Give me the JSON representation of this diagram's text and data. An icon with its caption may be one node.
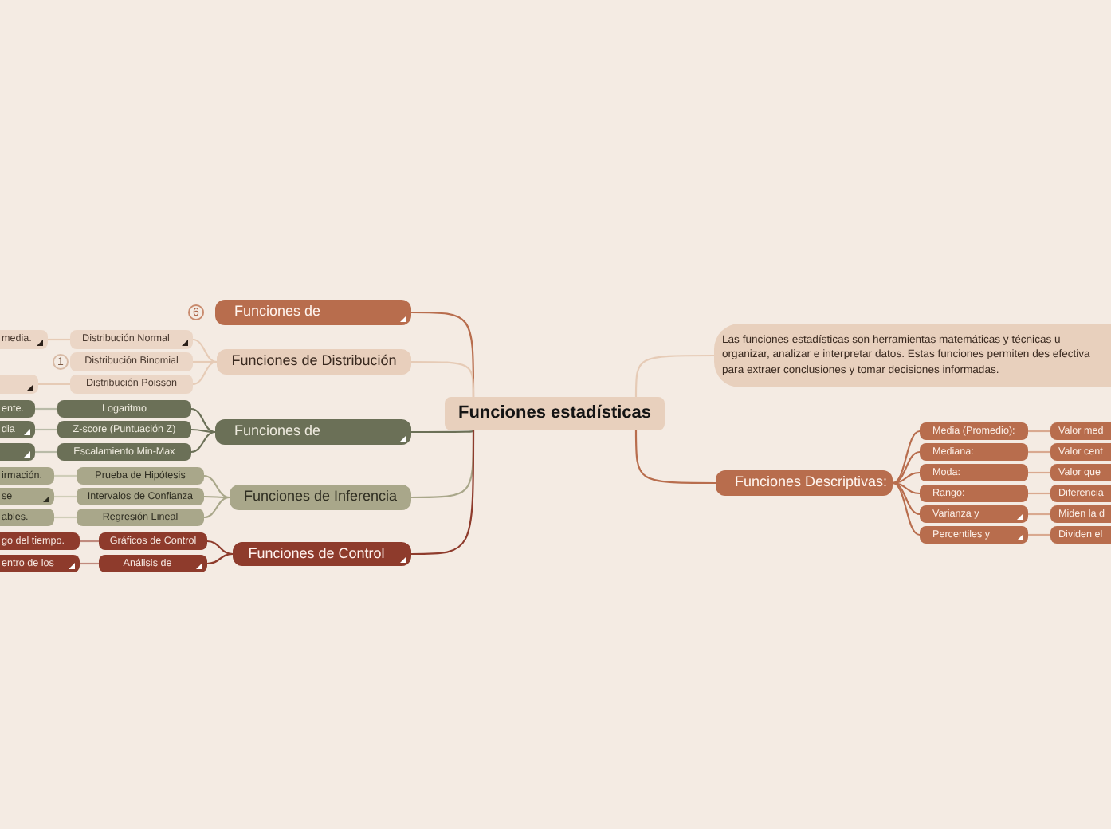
{
  "diagram": {
    "nodes": [
      {
        "text": [
          "Funciones estadísticas"
        ]
      },
      {
        "text": [
          "Las funciones estadísticas son herramientas matemáticas y técnicas u organizar, analizar e interpretar datos. Estas funciones permiten des efectiva para extraer conclusiones y tomar decisiones informadas."
        ]
      },
      {
        "text": [
          "Funciones Descriptivas:"
        ]
      },
      {
        "text": [
          "Media (Promedio):"
        ]
      },
      {
        "text": [
          "Mediana:"
        ]
      },
      {
        "text": [
          "Moda:"
        ]
      },
      {
        "text": [
          "Rango:"
        ]
      },
      {
        "text": [
          "Varianza y"
        ]
      },
      {
        "text": [
          "Percentiles y"
        ]
      },
      {
        "text": [
          "Valor med"
        ]
      },
      {
        "text": [
          "Valor cent"
        ]
      },
      {
        "text": [
          "Valor que"
        ]
      },
      {
        "text": [
          "Diferencia"
        ]
      },
      {
        "text": [
          "Miden la d"
        ]
      },
      {
        "text": [
          "Dividen el"
        ]
      },
      {
        "text": [
          "Funciones de"
        ],
        "beside": [
          "6"
        ]
      },
      {
        "text": [
          "Funciones de Distribución"
        ]
      },
      {
        "text": [
          "Distribución Normal"
        ]
      },
      {
        "text": [
          "Distribución Binomial"
        ],
        "beside": [
          "1"
        ]
      },
      {
        "text": [
          "Distribución Poisson"
        ]
      },
      {
        "text": [
          "media."
        ]
      },
      {
        "text": [],
        "shape": "box"
      },
      {
        "text": [
          "Funciones de"
        ]
      },
      {
        "text": [
          "Logaritmo"
        ]
      },
      {
        "text": [
          "Z-score (Puntuación Z)"
        ]
      },
      {
        "text": [
          "Escalamiento Min-Max"
        ]
      },
      {
        "text": [
          "ente."
        ]
      },
      {
        "text": [
          "dia"
        ]
      },
      {
        "text": [],
        "shape": "box"
      },
      {
        "text": [
          "Funciones de Inferencia"
        ]
      },
      {
        "text": [
          "Prueba de Hipótesis"
        ]
      },
      {
        "text": [
          "Intervalos de Confianza"
        ]
      },
      {
        "text": [
          "Regresión Lineal"
        ]
      },
      {
        "text": [
          "irmación."
        ]
      },
      {
        "text": [
          "se"
        ]
      },
      {
        "text": [
          "ables."
        ]
      },
      {
        "text": [
          "Funciones de Control"
        ]
      },
      {
        "text": [
          "Gráficos de Control"
        ]
      },
      {
        "text": [
          "Análisis de"
        ]
      },
      {
        "text": [
          "go del tiempo."
        ]
      },
      {
        "text": [
          "entro de los"
        ]
      }
    ],
    "edges": [
      {
        "from": 0,
        "to": 1,
        "arrow": "none",
        "color": "#e6cbb6"
      },
      {
        "from": 0,
        "to": 2,
        "arrow": "none",
        "color": "#b86d4d"
      },
      {
        "from": 2,
        "to": 3,
        "arrow": "none",
        "color": "#b86d4d"
      },
      {
        "from": 2,
        "to": 4,
        "arrow": "none",
        "color": "#b86d4d"
      },
      {
        "from": 2,
        "to": 5,
        "arrow": "none",
        "color": "#b86d4d"
      },
      {
        "from": 2,
        "to": 6,
        "arrow": "none",
        "color": "#b86d4d"
      },
      {
        "from": 2,
        "to": 7,
        "arrow": "none",
        "color": "#b86d4d"
      },
      {
        "from": 2,
        "to": 8,
        "arrow": "none",
        "color": "#b86d4d"
      },
      {
        "from": 3,
        "to": 9,
        "arrow": "none",
        "color": "#d9a990"
      },
      {
        "from": 4,
        "to": 10,
        "arrow": "none",
        "color": "#d9a990"
      },
      {
        "from": 5,
        "to": 11,
        "arrow": "none",
        "color": "#d9a990"
      },
      {
        "from": 6,
        "to": 12,
        "arrow": "none",
        "color": "#d9a990"
      },
      {
        "from": 7,
        "to": 13,
        "arrow": "none",
        "color": "#d9a990"
      },
      {
        "from": 8,
        "to": 14,
        "arrow": "none",
        "color": "#d9a990"
      },
      {
        "from": 0,
        "to": 15,
        "arrow": "none",
        "color": "#b86d4d"
      },
      {
        "from": 0,
        "to": 16,
        "arrow": "none",
        "color": "#e6cbb6"
      },
      {
        "from": 16,
        "to": 17,
        "arrow": "none",
        "color": "#e6cbb6"
      },
      {
        "from": 16,
        "to": 18,
        "arrow": "none",
        "color": "#e6cbb6"
      },
      {
        "from": 16,
        "to": 19,
        "arrow": "none",
        "color": "#e6cbb6"
      },
      {
        "from": 17,
        "to": 20,
        "arrow": "none",
        "color": "#e6cbb6"
      },
      {
        "from": 19,
        "to": 21,
        "arrow": "none",
        "color": "#e6cbb6"
      },
      {
        "from": 0,
        "to": 22,
        "arrow": "none",
        "color": "#6b7057"
      },
      {
        "from": 22,
        "to": 23,
        "arrow": "none",
        "color": "#6b7057"
      },
      {
        "from": 22,
        "to": 24,
        "arrow": "none",
        "color": "#6b7057"
      },
      {
        "from": 22,
        "to": 25,
        "arrow": "none",
        "color": "#6b7057"
      },
      {
        "from": 23,
        "to": 26,
        "arrow": "none",
        "color": "#b9bba8"
      },
      {
        "from": 24,
        "to": 27,
        "arrow": "none",
        "color": "#b9bba8"
      },
      {
        "from": 25,
        "to": 28,
        "arrow": "none",
        "color": "#b9bba8"
      },
      {
        "from": 0,
        "to": 29,
        "arrow": "none",
        "color": "#a9a78a"
      },
      {
        "from": 29,
        "to": 30,
        "arrow": "none",
        "color": "#a9a78a"
      },
      {
        "from": 29,
        "to": 31,
        "arrow": "none",
        "color": "#a9a78a"
      },
      {
        "from": 29,
        "to": 32,
        "arrow": "none",
        "color": "#a9a78a"
      },
      {
        "from": 30,
        "to": 33,
        "arrow": "none",
        "color": "#cfcdb8"
      },
      {
        "from": 31,
        "to": 34,
        "arrow": "none",
        "color": "#cfcdb8"
      },
      {
        "from": 32,
        "to": 35,
        "arrow": "none",
        "color": "#cfcdb8"
      },
      {
        "from": 0,
        "to": 36,
        "arrow": "none",
        "color": "#8e3b2c"
      },
      {
        "from": 36,
        "to": 37,
        "arrow": "none",
        "color": "#8e3b2c"
      },
      {
        "from": 36,
        "to": 38,
        "arrow": "none",
        "color": "#8e3b2c"
      },
      {
        "from": 37,
        "to": 39,
        "arrow": "none",
        "color": "#c08a7e"
      },
      {
        "from": 38,
        "to": 40,
        "arrow": "none",
        "color": "#c08a7e"
      }
    ]
  }
}
